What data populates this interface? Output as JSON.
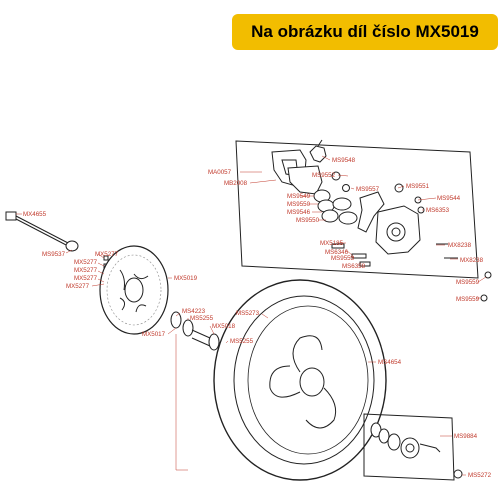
{
  "banner": {
    "text": "Na obrázku díl číslo MX5019"
  },
  "labels": {
    "MA0057": "MA0057",
    "MB2008": "MB2008",
    "MS9548": "MS9548",
    "MS9552": "MS9552",
    "MS9557": "MS9557",
    "MS9551": "MS9551",
    "MS9544": "MS9544",
    "MS9549": "MS9549",
    "MS9550a": "MS9550",
    "MS9546": "MS9546",
    "MS9550b": "MS9550",
    "MS6353": "MS6353",
    "MX5185": "MX5185",
    "MS6346": "MS6346",
    "MS9553": "MS9553",
    "MS6358": "MS6358",
    "MX8238a": "MX8238",
    "MX8238b": "MX8238",
    "MS9559a": "MS9559",
    "MS9559b": "MS9559",
    "MX4655": "MX4655",
    "MS9537": "MS9537",
    "MX5277a": "MX5277",
    "MX5277b": "MX5277",
    "MX5277c": "MX5277",
    "MX5277d": "MX5277",
    "MX5277e": "MX5277",
    "MX5019": "MX5019",
    "MS4223": "MS4223",
    "MS5255a": "MS5255",
    "MS5273": "MS5273",
    "MX5018": "MX5018",
    "MS5255b": "MS5255",
    "MX5017": "MX5017",
    "MS4654": "MS4654",
    "MS9884": "MS9884",
    "MS5272": "MS5272"
  }
}
